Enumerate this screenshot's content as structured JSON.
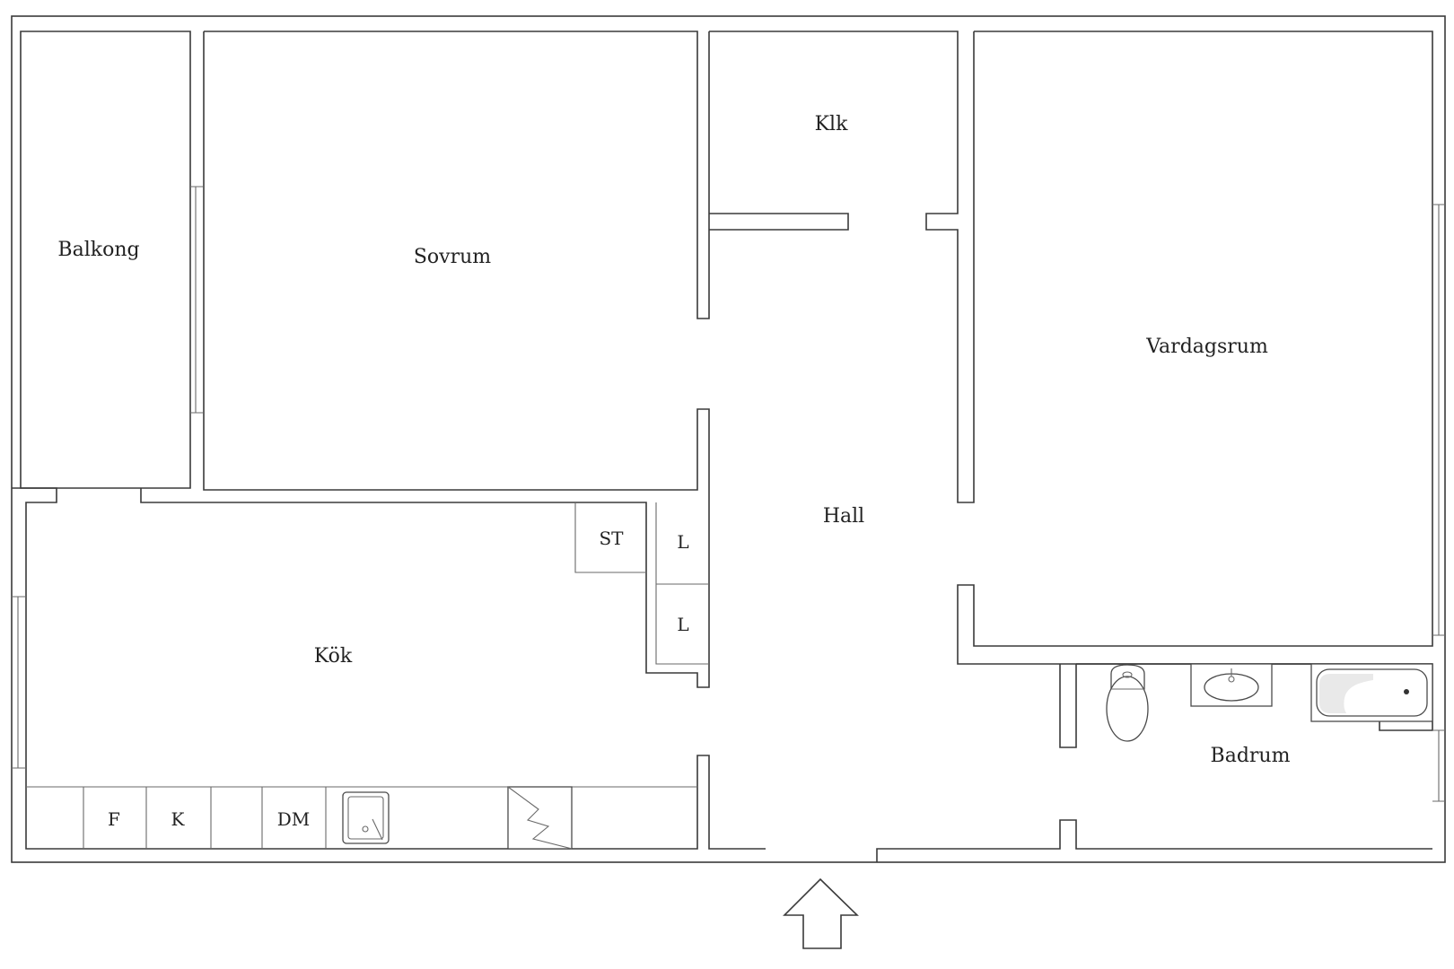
{
  "rooms": {
    "balkong": "Balkong",
    "sovrum": "Sovrum",
    "klk": "Klk",
    "vardagsrum": "Vardagsrum",
    "hall": "Hall",
    "kok": "Kök",
    "badrum": "Badrum"
  },
  "fixtures": {
    "storage": "ST",
    "closet_upper": "L",
    "closet_lower": "L",
    "fridge": "F",
    "freezer": "K",
    "dishwasher": "DM"
  },
  "icons": {
    "entrance": "entrance-arrow-icon",
    "sink": "kitchen-sink-icon",
    "stove": "stove-icon",
    "toilet": "toilet-icon",
    "washbasin": "washbasin-icon",
    "bathtub": "bathtub-icon"
  },
  "colors": {
    "line": "#3a3a3a",
    "background": "#ffffff"
  }
}
